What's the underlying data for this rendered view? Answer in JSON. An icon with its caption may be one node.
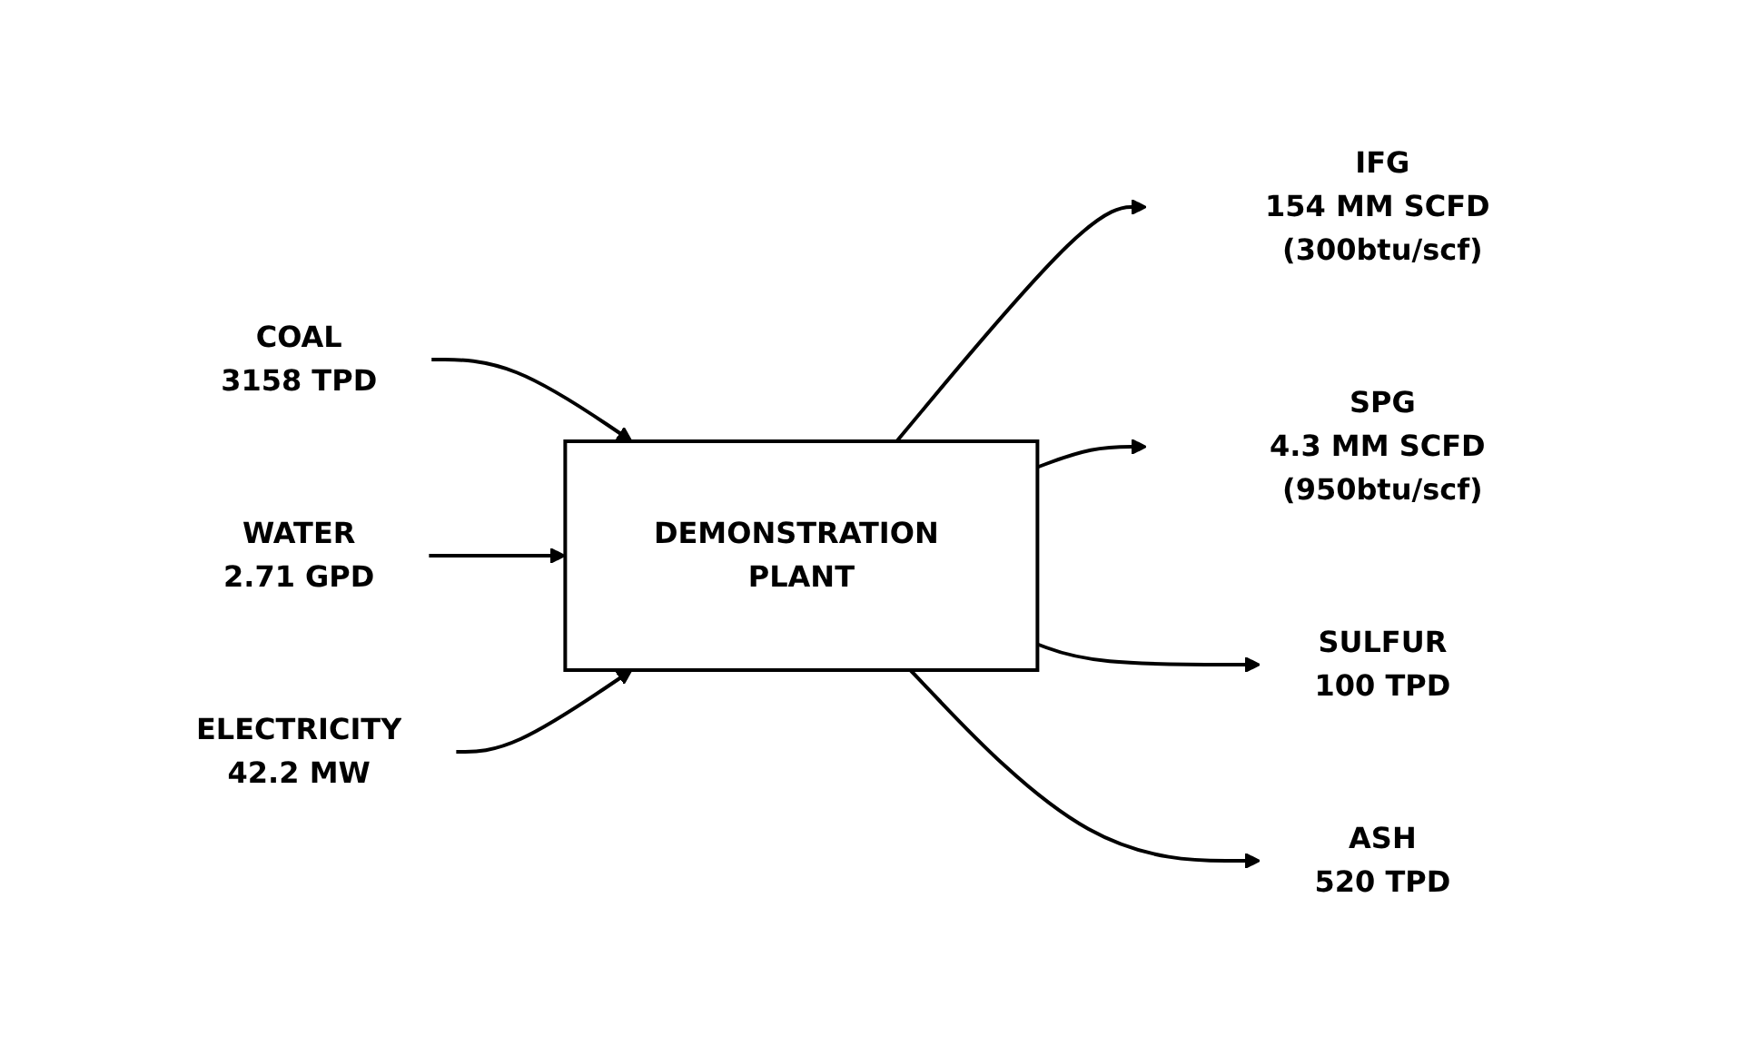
{
  "diagram": {
    "nodes": [
      {
        "text": [
          "DEMONSTRATION PLANT"
        ]
      },
      {
        "text": [
          "COAL",
          "3158 TPD"
        ]
      },
      {
        "text": [
          "WATER",
          "2.71 GPD"
        ]
      },
      {
        "text": [
          "ELECTRICITY",
          "42.2 MW"
        ]
      },
      {
        "text": [
          "IFG",
          "154 MM SCFD (300btu/scf)"
        ]
      },
      {
        "text": [
          "SPG",
          "4.3 MM SCFD (950btu/scf)"
        ]
      },
      {
        "text": [
          "SULFUR",
          "100 TPD"
        ]
      },
      {
        "text": [
          "ASH",
          "520 TPD"
        ]
      }
    ],
    "edges": [
      {
        "from": 1,
        "to": 0,
        "arrow": "to"
      },
      {
        "from": 2,
        "to": 0,
        "arrow": "to"
      },
      {
        "from": 3,
        "to": 0,
        "arrow": "to"
      },
      {
        "from": 0,
        "to": 4,
        "arrow": "to"
      },
      {
        "from": 0,
        "to": 5,
        "arrow": "to"
      },
      {
        "from": 0,
        "to": 6,
        "arrow": "to"
      },
      {
        "from": 0,
        "to": 7,
        "arrow": "to"
      }
    ]
  }
}
